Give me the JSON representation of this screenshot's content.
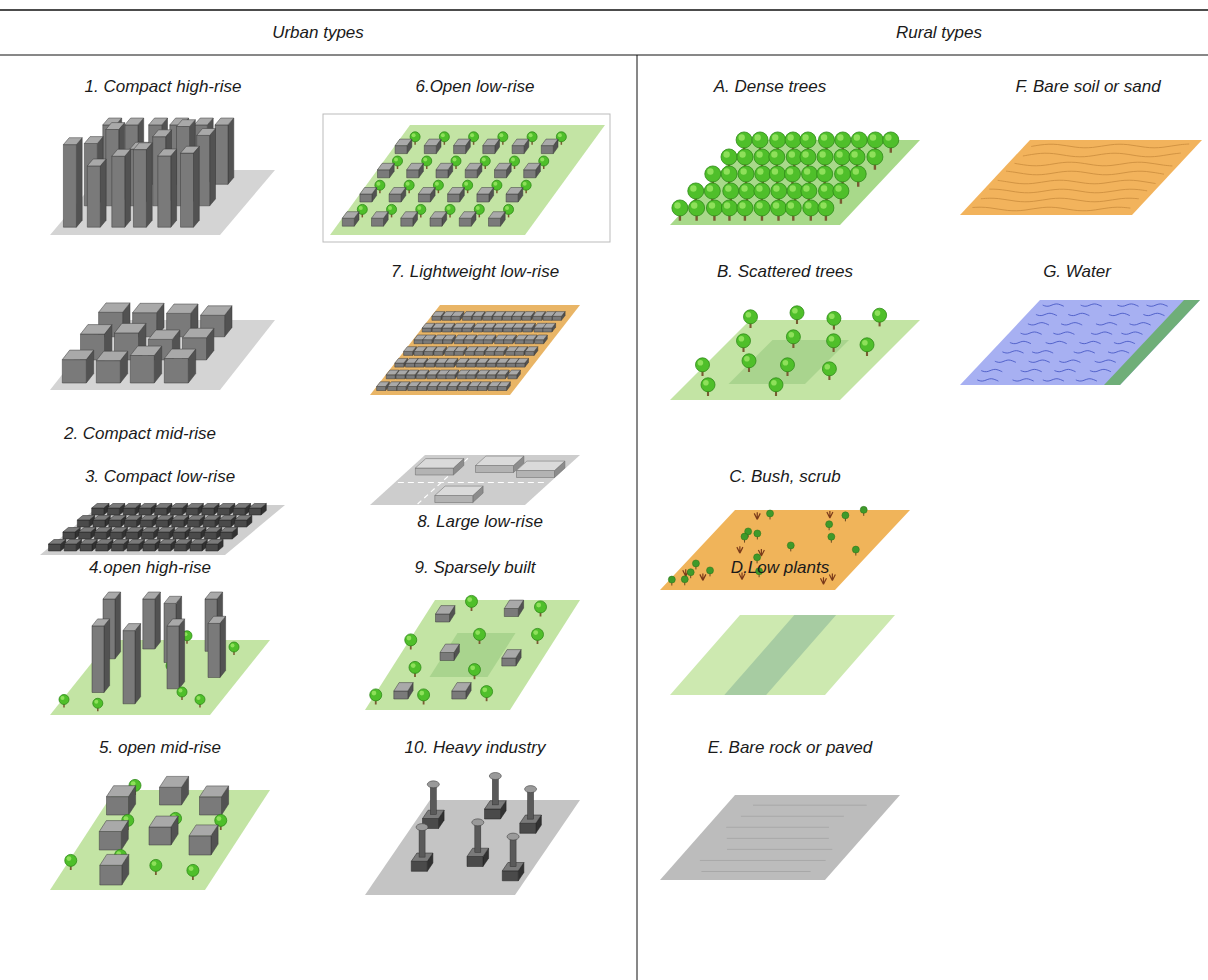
{
  "diagram": {
    "labels": [
      "Urban types",
      "Rural types",
      "1. Compact high-rise",
      "6.Open low-rise",
      "A. Dense trees",
      "F. Bare soil or sand",
      "7. Lightweight low-rise",
      "B. Scattered trees",
      "G. Water",
      "2. Compact mid-rise",
      "3. Compact low-rise",
      "C. Bush, scrub",
      "8. Large low-rise",
      "4.open high-rise",
      "9. Sparsely built",
      "D.Low plants",
      "5. open mid-rise",
      "10. Heavy industry",
      "E. Bare rock or paved"
    ]
  }
}
